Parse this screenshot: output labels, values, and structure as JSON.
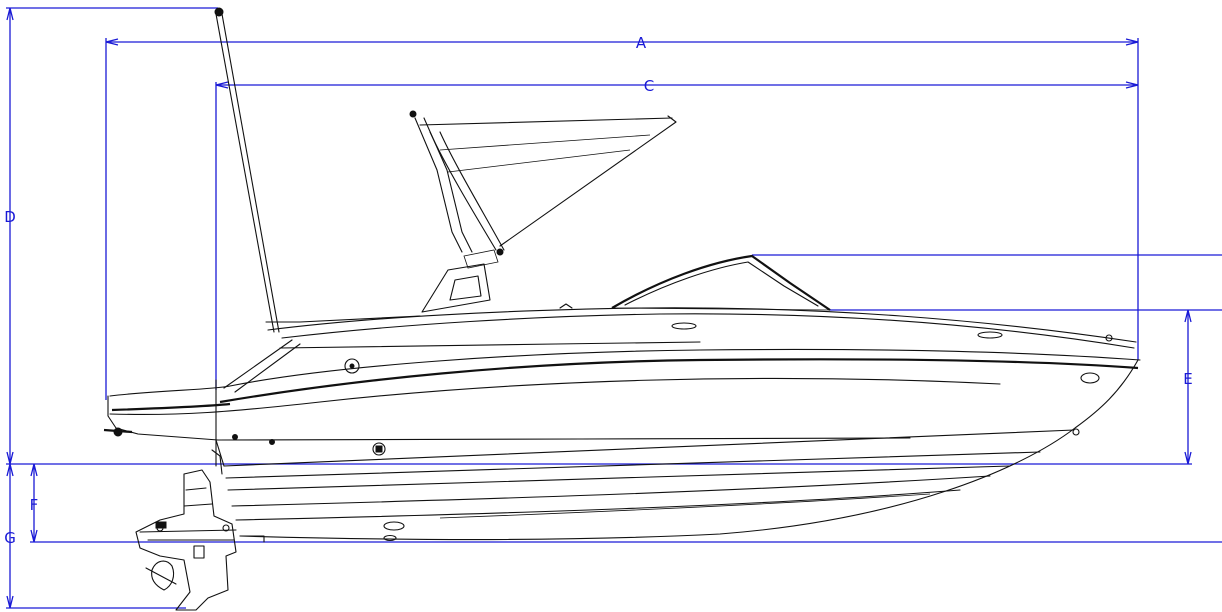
{
  "drawing": {
    "subject": "boat-side-profile",
    "line_color": "#1a1ad6",
    "ink_color": "#111111",
    "dimensions": [
      {
        "id": "A",
        "label": "A"
      },
      {
        "id": "C",
        "label": "C"
      },
      {
        "id": "D",
        "label": "D"
      },
      {
        "id": "E",
        "label": "E"
      },
      {
        "id": "F",
        "label": "F"
      },
      {
        "id": "G",
        "label": "G"
      }
    ]
  }
}
